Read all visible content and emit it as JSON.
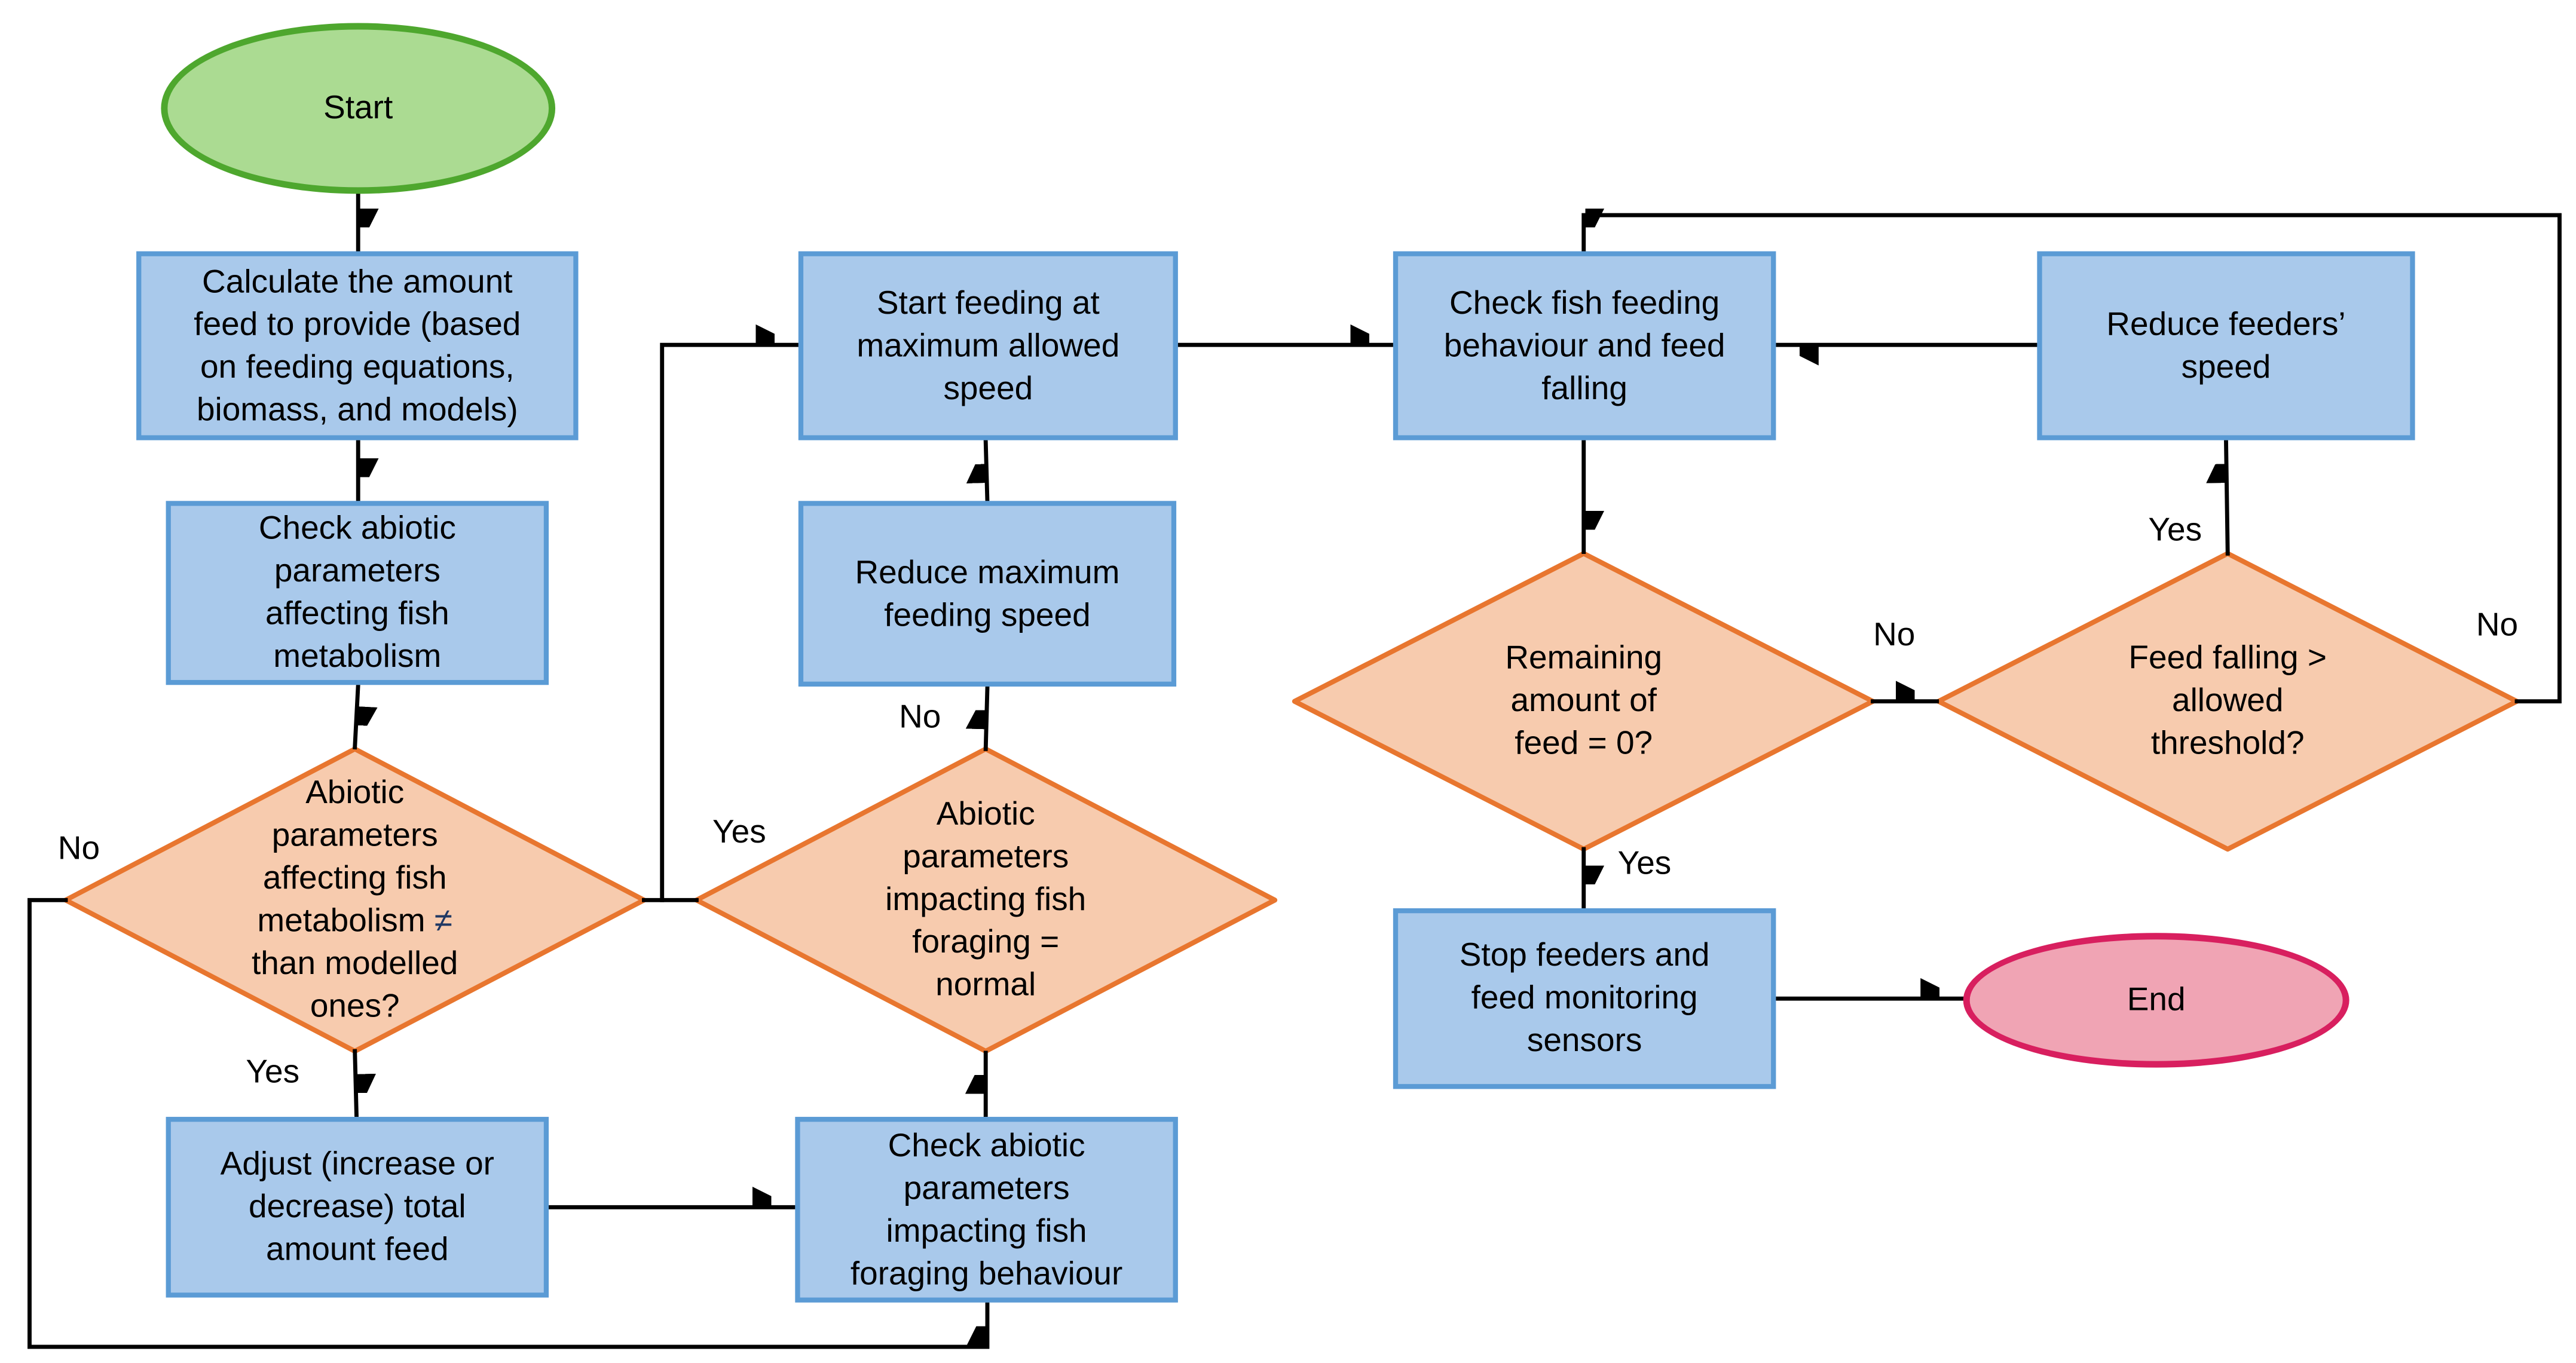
{
  "flowchart": {
    "nodes": {
      "start": {
        "label": "Start"
      },
      "calculate": {
        "label": "Calculate the amount\nfeed to provide (based\non feeding equations,\nbiomass, and models)"
      },
      "check_metabolism": {
        "label": "Check abiotic\nparameters\naffecting fish\nmetabolism"
      },
      "decide_metabolism": {
        "label_before": "Abiotic\nparameters\naffecting fish\nmetabolism ",
        "label_neq": "≠",
        "label_after": "\nthan modelled\nones?"
      },
      "adjust": {
        "label": "Adjust (increase or\ndecrease) total\namount feed"
      },
      "check_foraging": {
        "label": "Check abiotic\nparameters\nimpacting fish\nforaging behaviour"
      },
      "decide_foraging": {
        "label": "Abiotic\nparameters\nimpacting fish\nforaging =\nnormal"
      },
      "reduce_max_speed": {
        "label": "Reduce maximum\nfeeding speed"
      },
      "start_feeding": {
        "label": "Start feeding at\nmaximum allowed\nspeed"
      },
      "check_fish": {
        "label": "Check fish feeding\nbehaviour and feed\nfalling"
      },
      "decide_remaining": {
        "label": "Remaining\namount of\nfeed = 0?"
      },
      "decide_falling": {
        "label": "Feed falling >\nallowed\nthreshold?"
      },
      "reduce_feeders": {
        "label": "Reduce feeders’\nspeed"
      },
      "stop_feeders": {
        "label": "Stop feeders and\nfeed monitoring\nsensors"
      },
      "end": {
        "label": "End"
      }
    },
    "edge_labels": {
      "metabolism_no": "No",
      "metabolism_yes": "Yes",
      "foraging_yes": "Yes",
      "foraging_no": "No",
      "remaining_no": "No",
      "remaining_yes": "Yes",
      "falling_yes": "Yes",
      "falling_no": "No"
    },
    "colors": {
      "process_fill": "#A9C9EB",
      "process_border": "#5B9BD5",
      "decision_fill": "#F7CBAE",
      "decision_border": "#E8762F",
      "start_fill": "#ABDB92",
      "start_border": "#4EA72E",
      "end_fill": "#F0A4B4",
      "end_border": "#D81F5F",
      "connector": "#000000",
      "not_equal_sign": "#1F3864"
    }
  }
}
